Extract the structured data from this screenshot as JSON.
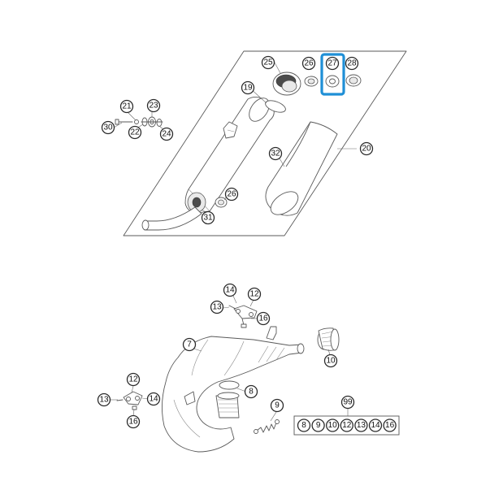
{
  "callouts": {
    "c25": "25",
    "c26a": "26",
    "c27": "27",
    "c28": "28",
    "c19": "19",
    "c21": "21",
    "c23": "23",
    "c30": "30",
    "c22": "22",
    "c24": "24",
    "c32": "32",
    "c20": "20",
    "c26b": "26",
    "c31": "31",
    "c14a": "14",
    "c12a": "12",
    "c13a": "13",
    "c16a": "16",
    "c7": "7",
    "c10": "10",
    "c12b": "12",
    "c13b": "13",
    "c14b": "14",
    "c16b": "16",
    "c8": "8",
    "c9": "9",
    "c99": "99"
  },
  "kit_items": [
    "8",
    "9",
    "10",
    "12",
    "13",
    "14",
    "16"
  ],
  "selected_callout": "27",
  "colors": {
    "highlight": "#1f8fd6",
    "line": "#5a5a5a"
  }
}
